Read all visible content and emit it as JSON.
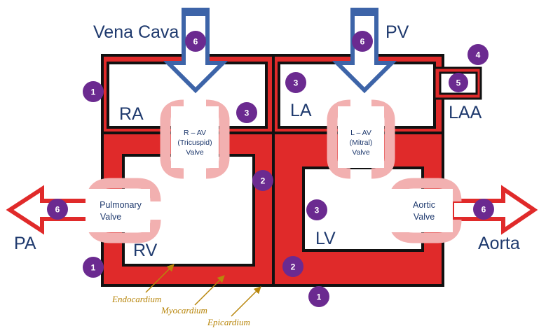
{
  "colors": {
    "myocardium_red": "#e02a2a",
    "wall_black": "#111111",
    "valve_pink": "#f2b0b0",
    "venous_blue": "#3d64a8",
    "arterial_red": "#e02a2a",
    "badge_purple": "#6b2a90",
    "layer_label_gold": "#b8860b",
    "label_navy": "#1f3a6e"
  },
  "labels": {
    "vena_cava": "Vena Cava",
    "pv": "PV",
    "ra": "RA",
    "la": "LA",
    "laa": "LAA",
    "rv": "RV",
    "lv": "LV",
    "pa": "PA",
    "aorta": "Aorta"
  },
  "valves": {
    "tricuspid": [
      "R – AV",
      "(Tricuspid)",
      "Valve"
    ],
    "mitral": [
      "L – AV",
      "(Mitral)",
      "Valve"
    ],
    "pulmonary": [
      "Pulmonary",
      "Valve"
    ],
    "aortic": [
      "Aortic",
      "Valve"
    ]
  },
  "layers": {
    "endocardium": "Endocardium",
    "myocardium": "Myocardium",
    "epicardium": "Epicardium"
  },
  "badges": [
    "1",
    "1",
    "1",
    "2",
    "2",
    "3",
    "3",
    "3",
    "4",
    "5",
    "6",
    "6",
    "6",
    "6"
  ]
}
